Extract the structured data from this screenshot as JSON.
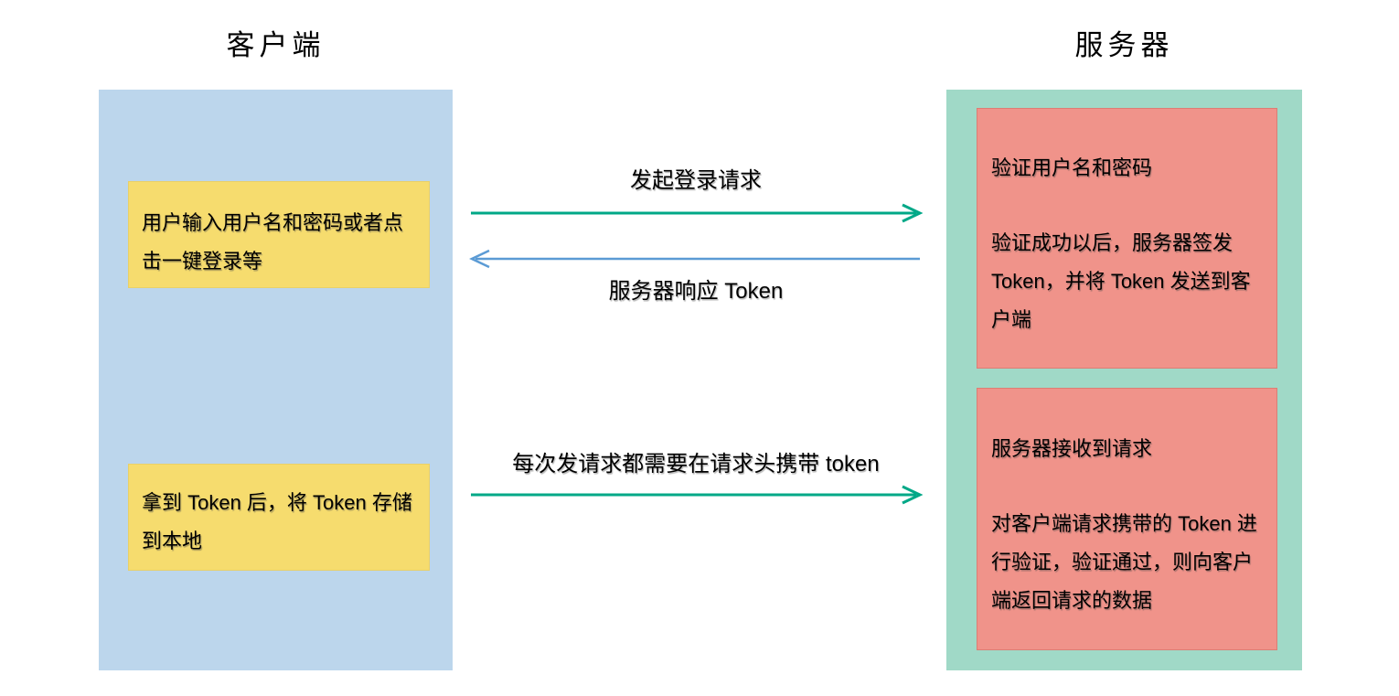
{
  "titles": {
    "client": "客户端",
    "server": "服务器"
  },
  "client_panel": {
    "step1": "用户输入用户名和密码或者点击一键登录等",
    "step2": "拿到 Token 后，将 Token 存储到本地"
  },
  "server_panel": {
    "box1": {
      "line1": "验证用户名和密码",
      "line2": "验证成功以后，服务器签发 Token，并将 Token 发送到客户端"
    },
    "box2": {
      "line1": "服务器接收到请求",
      "line2": "对客户端请求携带的 Token 进行验证，验证通过，则向客户端返回请求的数据"
    }
  },
  "arrows": [
    {
      "label": "发起登录请求",
      "from": "client",
      "to": "server",
      "color": "#00A887"
    },
    {
      "label": "服务器响应 Token",
      "from": "server",
      "to": "client",
      "color": "#5B9BD5"
    },
    {
      "label": "每次发请求都需要在请求头携带 token",
      "from": "client",
      "to": "server",
      "color": "#00A887"
    }
  ],
  "colors": {
    "client_panel_bg": "#BCD6EC",
    "client_box_bg": "#F6DC6E",
    "server_panel_bg": "#A0D9C7",
    "server_box_bg": "#F0938A",
    "arrow_green": "#00A887",
    "arrow_blue": "#5B9BD5",
    "text": "#000000"
  }
}
